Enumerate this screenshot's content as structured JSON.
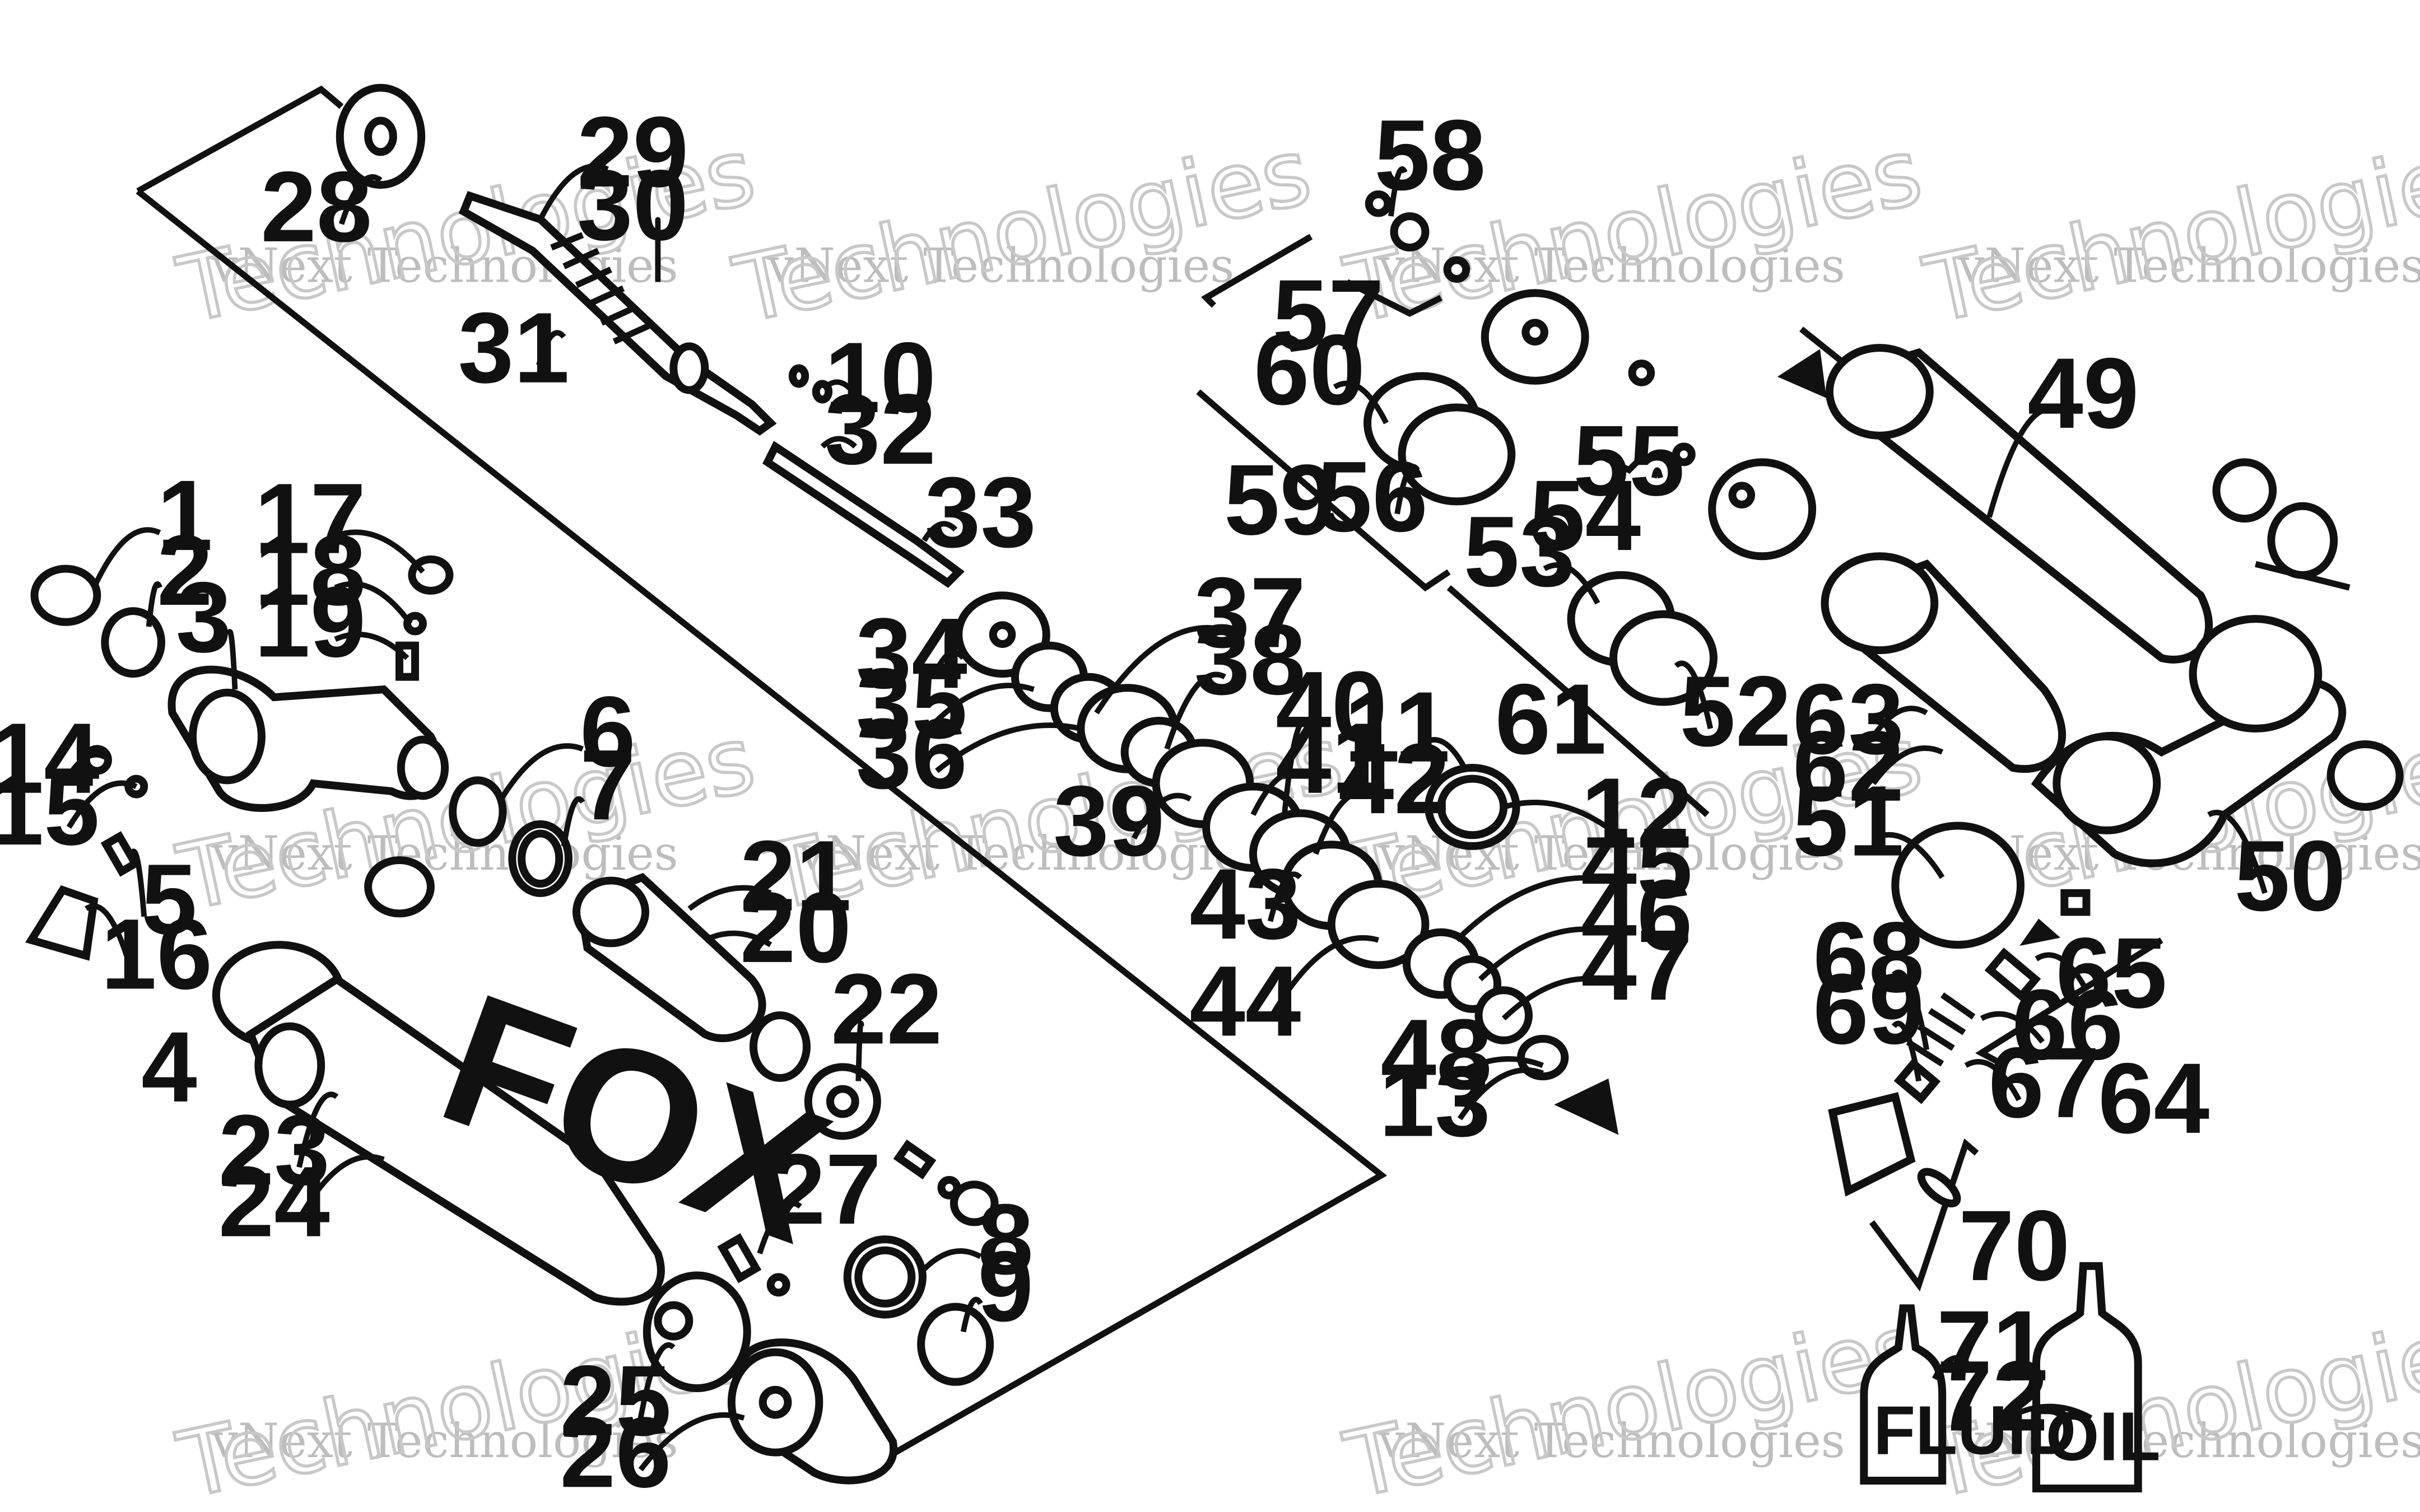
{
  "brand_labels": {
    "shock": "FOX",
    "fluid": "FLUID",
    "oil": "OIL"
  },
  "watermark": {
    "line1": "vNext Technologies",
    "line2": "Technologies"
  },
  "callouts": [
    "1",
    "2",
    "3",
    "4",
    "5",
    "6",
    "7",
    "8",
    "9",
    "10",
    "11",
    "12",
    "13",
    "14",
    "15",
    "16",
    "17",
    "18",
    "19",
    "20",
    "21",
    "22",
    "23",
    "24",
    "25",
    "26",
    "27",
    "28",
    "29",
    "30",
    "31",
    "32",
    "33",
    "34",
    "35",
    "36",
    "37",
    "38",
    "39",
    "40",
    "41",
    "42",
    "43",
    "44",
    "45",
    "46",
    "47",
    "48",
    "49",
    "50",
    "51",
    "52",
    "53",
    "54",
    "55",
    "56",
    "57",
    "58",
    "59",
    "60",
    "61",
    "62",
    "63",
    "64",
    "65",
    "66",
    "67",
    "68",
    "69",
    "70",
    "71",
    "72"
  ]
}
